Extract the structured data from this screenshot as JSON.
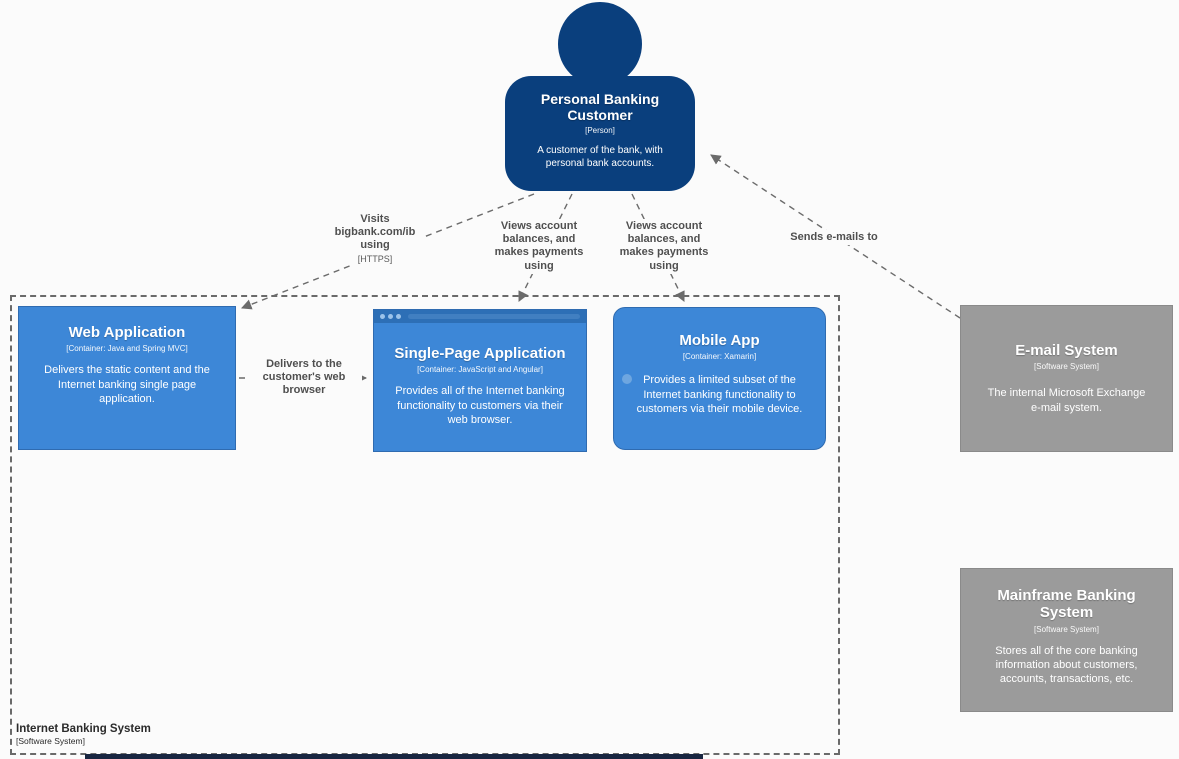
{
  "diagram": {
    "person": {
      "title": "Personal Banking\nCustomer",
      "subtitle": "[Person]",
      "description": "A customer of the bank, with\npersonal bank accounts."
    },
    "boundary": {
      "title": "Internet Banking System",
      "subtitle": "[Software System]"
    },
    "containers": {
      "web_app": {
        "title": "Web Application",
        "subtitle": "[Container: Java and Spring MVC]",
        "description": "Delivers the static content and the\nInternet banking single page\napplication."
      },
      "spa": {
        "title": "Single-Page Application",
        "subtitle": "[Container: JavaScript and Angular]",
        "description": "Provides all of the Internet banking\nfunctionality to customers via their\nweb browser."
      },
      "mobile": {
        "title": "Mobile App",
        "subtitle": "[Container: Xamarin]",
        "description": "Provides a limited subset of the\nInternet banking functionality to\ncustomers via their mobile device."
      }
    },
    "external": {
      "email": {
        "title": "E-mail System",
        "subtitle": "[Software System]",
        "description": "The internal Microsoft Exchange\ne-mail system."
      },
      "mainframe": {
        "title": "Mainframe Banking\nSystem",
        "subtitle": "[Software System]",
        "description": "Stores all of the core banking\ninformation about customers,\naccounts, transactions, etc."
      }
    },
    "edges": {
      "visits": {
        "label": "Visits\nbigbank.com/ib\nusing",
        "tech": "[HTTPS]"
      },
      "views_spa": {
        "label": "Views account\nbalances, and\nmakes payments\nusing"
      },
      "views_mobile": {
        "label": "Views account\nbalances, and\nmakes payments\nusing"
      },
      "sends_emails": {
        "label": "Sends e-mails to"
      },
      "delivers": {
        "label": "Delivers to the\ncustomer's web\nbrowser"
      }
    },
    "colors": {
      "person": "#0a3f7d",
      "container": "#3d87d7",
      "container_border": "#2f6bb0",
      "external": "#9b9b9b",
      "edge_line": "#6b6b6b",
      "background": "#fbfbfb"
    }
  }
}
